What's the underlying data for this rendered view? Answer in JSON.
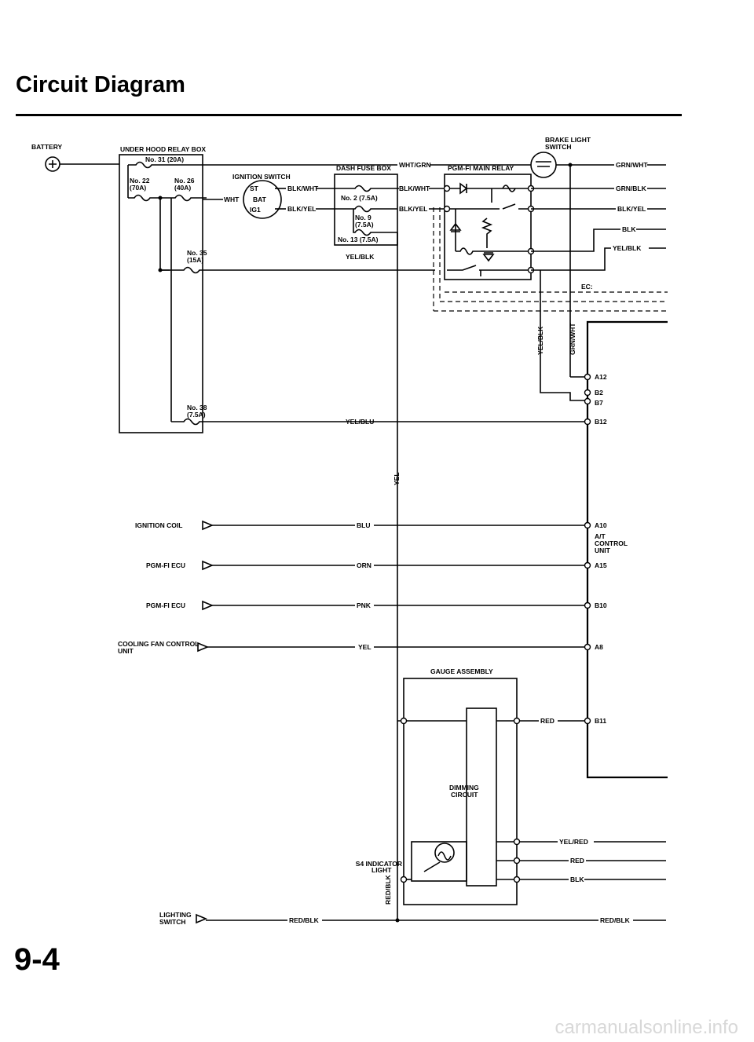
{
  "page": {
    "title": "Circuit Diagram",
    "page_number": "9-4",
    "watermark": "carmanualsonline.info"
  },
  "components": {
    "battery": "BATTERY",
    "relay_box": "UNDER HOOD RELAY BOX",
    "fuse_31": "No. 31 (20A)",
    "fuse_22": "No. 22",
    "fuse_22_amp": "(70A)",
    "fuse_26": "No. 26",
    "fuse_26_amp": "(40A)",
    "fuse_35": "No. 35",
    "fuse_35_amp": "(15A)",
    "fuse_38": "No. 38",
    "fuse_38_amp": "(7.5A)",
    "ignition_switch": "IGNITION SWITCH",
    "ig_st": "ST",
    "ig_bat": "BAT",
    "ig_ig1": "IG1",
    "dash_fuse_box": "DASH FUSE BOX",
    "fuse_2": "No. 2 (7.5A)",
    "fuse_9": "No. 9",
    "fuse_9_amp": "(7.5A)",
    "fuse_13": "No. 13 (7.5A)",
    "main_relay": "PGM-FI MAIN RELAY",
    "brake_switch_1": "BRAKE LIGHT",
    "brake_switch_2": "SWITCH",
    "ec": "EC:",
    "at_control_1": "A/T",
    "at_control_2": "CONTROL",
    "at_control_3": "UNIT",
    "gauge_assembly": "GAUGE ASSEMBLY",
    "dimming_1": "DIMMING",
    "dimming_2": "CIRCUIT",
    "s4_indicator_1": "S4 INDICATOR",
    "s4_indicator_2": "LIGHT",
    "ignition_coil": "IGNITION COIL",
    "pgm_ecu_1": "PGM-FI ECU",
    "pgm_ecu_2": "PGM-FI ECU",
    "cooling_fan_1": "COOLING FAN CONTROL",
    "cooling_fan_2": "UNIT",
    "lighting_switch_1": "LIGHTING",
    "lighting_switch_2": "SWITCH"
  },
  "wires": {
    "wht_grn": "WHT/GRN",
    "blk_wht_1": "BLK/WHT",
    "blk_wht_2": "BLK/WHT",
    "wht": "WHT",
    "blk_yel_1": "BLK/YEL",
    "blk_yel_2": "BLK/YEL",
    "yel_blk_1": "YEL/BLK",
    "yel_blk_v": "YEL/BLK",
    "grn_wht_v": "GRN/WHT",
    "yel_blu": "YEL/BLU",
    "yel_v": "YEL",
    "blu": "BLU",
    "orn": "ORN",
    "pnk": "PNK",
    "yel": "YEL",
    "red": "RED",
    "red_blk_v": "RED/BLK",
    "red_blk_1": "RED/BLK",
    "red_blk_2": "RED/BLK",
    "r_grn_wht": "GRN/WHT",
    "r_grn_blk": "GRN/BLK",
    "r_blk_yel": "BLK/YEL",
    "r_blk": "BLK",
    "r_yel_blk": "YEL/BLK",
    "r_yel_red": "YEL/RED",
    "r_red": "RED",
    "r_blk2": "BLK"
  },
  "terminals": {
    "a12": "A12",
    "b2": "B2",
    "b7": "B7",
    "b12": "B12",
    "a10": "A10",
    "a15": "A15",
    "b10": "B10",
    "a8": "A8",
    "b11": "B11"
  }
}
